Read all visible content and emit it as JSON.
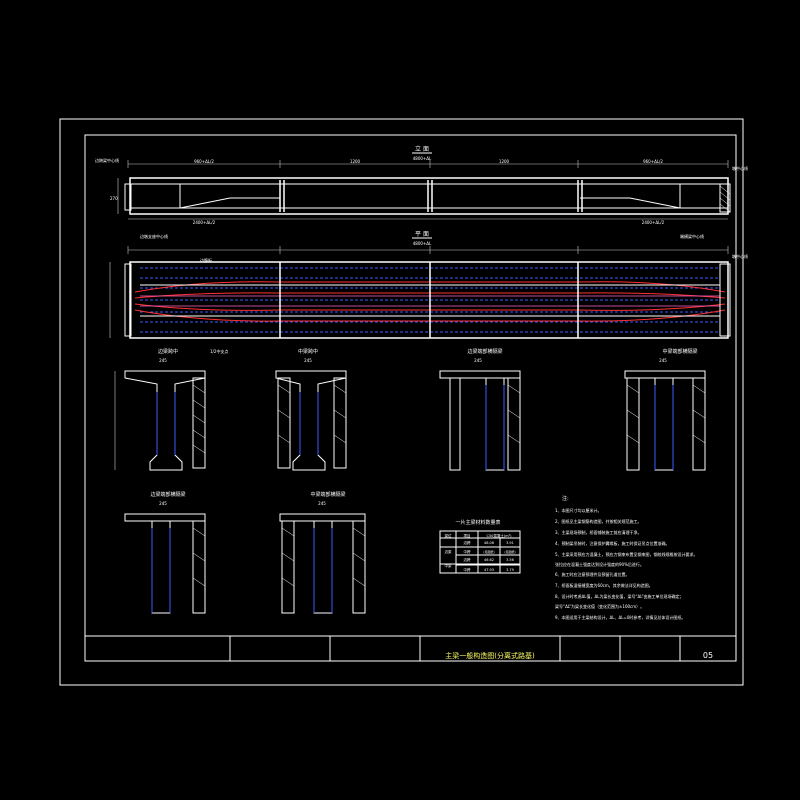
{
  "views": {
    "elevation": {
      "title": "立 面",
      "subtitle": "4800+ΔL"
    },
    "plan": {
      "title": "平 面",
      "subtitle": "4800+ΔL"
    }
  },
  "dimensions": {
    "left_span": "960+ΔL/2",
    "mid_span": "1200",
    "mid_span2": "1200",
    "right_span": "960+ΔL/2",
    "bottom_left": "2400+ΔL/2",
    "bottom_right": "2400+ΔL/2",
    "height": "270"
  },
  "labels": {
    "left_support": "边跨梁中心线",
    "left_bottom": "边墩支座中心线",
    "right_bottom": "端横梁中心线",
    "right_top": "墩中心线",
    "plan_right": "墩中心线",
    "plan_note": "边腹板"
  },
  "sections": [
    {
      "title": "边梁跨中",
      "subtitle": "1/2中支点",
      "width": "245"
    },
    {
      "title": "中梁跨中",
      "width": "245"
    },
    {
      "title": "边梁端部横隔梁",
      "width": "245"
    },
    {
      "title": "中梁端部横隔梁",
      "width": "245"
    },
    {
      "title": "边梁端部横隔梁",
      "width": "245"
    },
    {
      "title": "中梁端部横隔梁",
      "width": "245"
    }
  ],
  "quantity_table": {
    "title": "一片主梁材料数量表",
    "headers": [
      "梁位",
      "项目",
      "C50混凝土(m³)"
    ],
    "rows": [
      [
        "边梁",
        "边跨",
        "48.06",
        "3.91"
      ],
      [
        "",
        "中跨",
        "(见图纸)",
        "(见图纸)"
      ],
      [
        "中梁",
        "边跨",
        "46.62",
        "3.56"
      ],
      [
        "",
        "中跨",
        "47.93",
        "3.79"
      ]
    ]
  },
  "notes": {
    "title": "注:",
    "items": [
      "1、本图尺寸均以厘米计。",
      "2、图纸见主梁钢筋构造图，并按相关规范施工。",
      "3、主梁现场预制，桥面铺装施工前应清理干净。",
      "4、预制梁吊装时，注意保护翼缘板，施工时保证吊点位置准确。",
      "5、主梁采用预应力混凝土，预应力钢束布置见钢束图，钢绞线规格按设计要求。",
      "   张拉应在混凝土强度达到设计强度的90%后进行。",
      "6、施工时应注意预埋件及预留孔道位置。",
      "7、桥面板湿接缝宽度为60cm，其余做法详见构造图。",
      "8、设计时考虑ΔL值，ΔL为梁长变化值，梁号“ΔL”由施工单位现场确定；",
      "   梁号“ΔL”为梁长变化值（变化范围为±100cm）。",
      "9、本图适用于主梁结构设计，ΔL、ΔL=0时参考，详情见总体设计图纸。"
    ]
  },
  "title_block": {
    "drawing_title": "主梁一般构造图(分离式路基)",
    "sheet_no": "05"
  }
}
